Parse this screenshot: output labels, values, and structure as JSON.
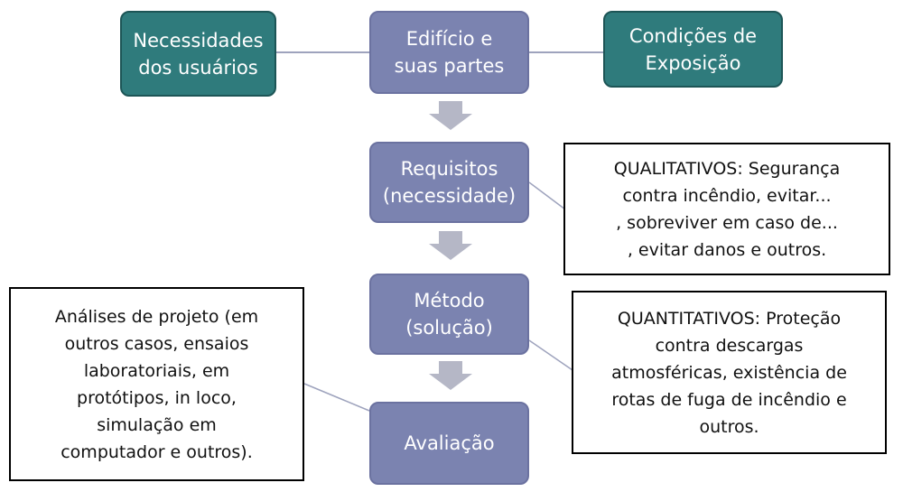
{
  "nodes": {
    "necessidades": [
      "Necessidades",
      "dos usuários"
    ],
    "edificio": [
      "Edifício e",
      "suas partes"
    ],
    "condicoes": [
      "Condições de",
      "Exposição"
    ],
    "requisitos": [
      "Requisitos",
      "(necessidade)"
    ],
    "metodo": [
      "Método",
      "(solução)"
    ],
    "avaliacao": [
      "Avaliação"
    ]
  },
  "notes": {
    "qualitativos": [
      "QUALITATIVOS: Segurança",
      "contra incêndio, evitar...",
      ", sobreviver em caso de...",
      ", evitar danos e outros."
    ],
    "quantitativos": [
      "QUANTITATIVOS: Proteção",
      "contra descargas",
      "atmosféricas, existência de",
      "rotas de fuga de incêndio e",
      "outros."
    ],
    "analises": [
      "Análises de projeto (em",
      "outros casos, ensaios",
      "laboratoriais, em",
      "protótipos, in loco,",
      "simulação em",
      "computador e outros)."
    ]
  },
  "colors": {
    "teal": "#2f7b7c",
    "purple": "#7b83b0",
    "arrow": "#b5b7c6",
    "connector": "#9ea3bd"
  }
}
